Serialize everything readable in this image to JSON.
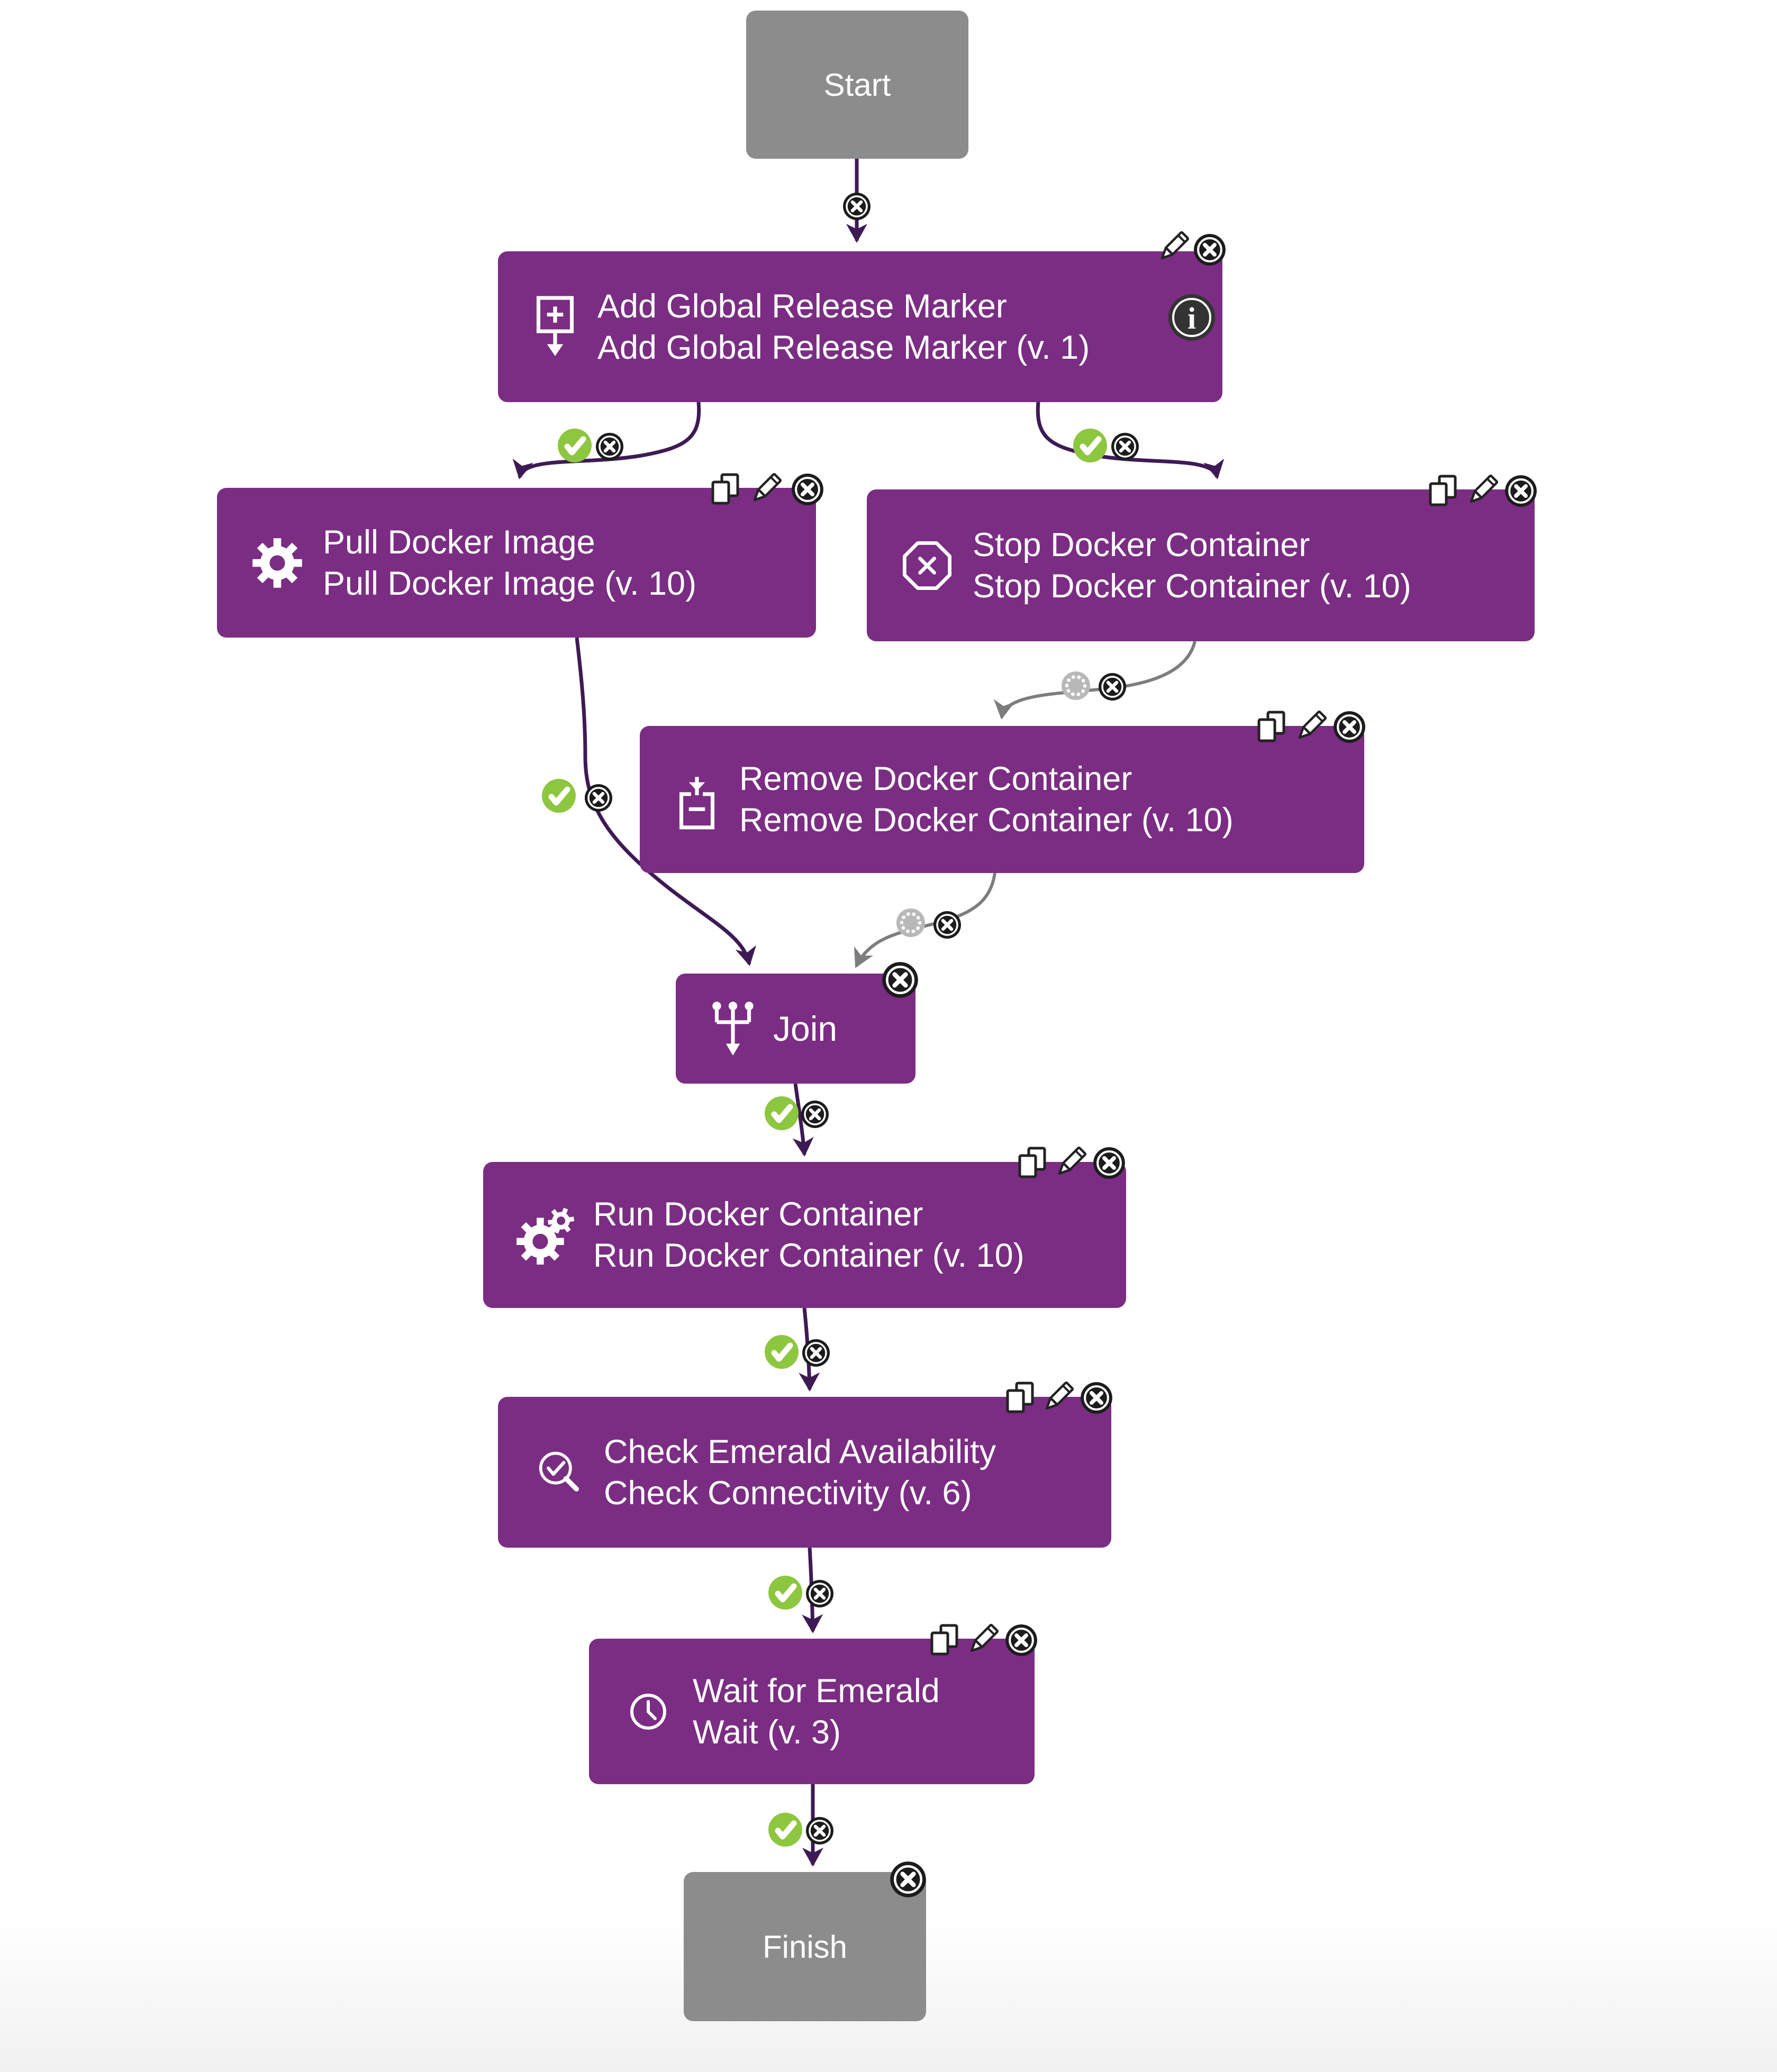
{
  "workflow": {
    "nodes": {
      "start": {
        "label": "Start",
        "type": "start"
      },
      "add_marker": {
        "title": "Add Global Release Marker",
        "subtitle": "Add Global Release Marker (v. 1)",
        "icon": "add-release-marker-icon"
      },
      "pull": {
        "title": "Pull Docker Image",
        "subtitle": "Pull Docker Image (v. 10)",
        "icon": "gear-icon"
      },
      "stop": {
        "title": "Stop Docker Container",
        "subtitle": "Stop Docker Container (v. 10)",
        "icon": "stop-octagon-icon"
      },
      "remove": {
        "title": "Remove Docker Container",
        "subtitle": "Remove Docker Container (v. 10)",
        "icon": "remove-container-icon"
      },
      "join": {
        "title": "Join",
        "icon": "join-icon"
      },
      "run": {
        "title": "Run Docker Container",
        "subtitle": "Run Docker Container (v. 10)",
        "icon": "gears-icon"
      },
      "check": {
        "title": "Check Emerald Availability",
        "subtitle": "Check Connectivity (v. 6)",
        "icon": "search-check-icon"
      },
      "wait": {
        "title": "Wait for Emerald",
        "subtitle": "Wait (v. 3)",
        "icon": "clock-icon"
      },
      "finish": {
        "label": "Finish",
        "type": "finish"
      }
    },
    "colors": {
      "task_purple": "#7a2d82",
      "endpoint_gray": "#8c8c8c",
      "edge_purple": "#3e1a55",
      "edge_gray": "#7d7d7d",
      "success_green": "#8dc63f",
      "button_dark": "#1c1c1c",
      "any_outcome_gray": "#b8b8b8"
    }
  }
}
